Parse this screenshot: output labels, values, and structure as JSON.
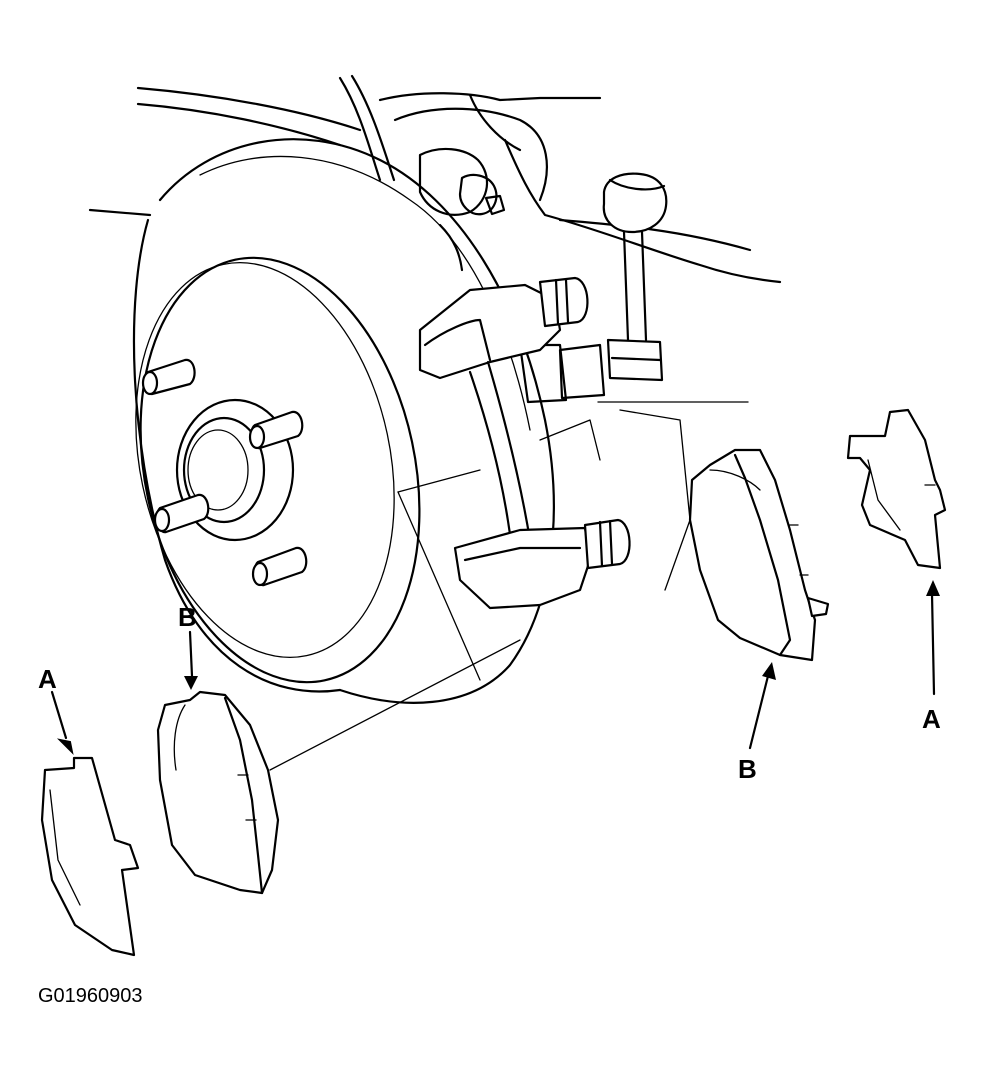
{
  "labels": {
    "shim_left": "A",
    "pad_left": "B",
    "pad_right": "B",
    "shim_right": "A"
  },
  "figure_code": "G01960903"
}
